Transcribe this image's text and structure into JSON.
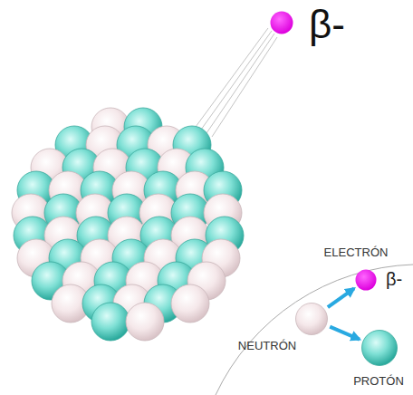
{
  "diagram": {
    "nodes": [
      {
        "text": [
          "β-"
        ]
      },
      {
        "text": [
          "ELECTRÓN",
          "β-"
        ]
      },
      {
        "text": [
          "NEUTRÓN"
        ]
      },
      {
        "text": [
          "PROTÓN"
        ]
      }
    ],
    "edges": [
      {
        "from": 2,
        "to": 1,
        "arrow": "to"
      },
      {
        "from": 2,
        "to": 3,
        "arrow": "to"
      }
    ]
  }
}
